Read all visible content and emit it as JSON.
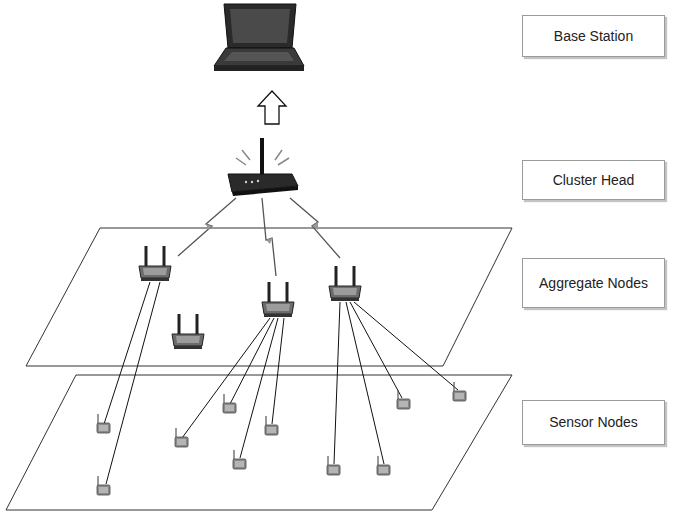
{
  "diagram": {
    "nodes": [
      {
        "text": [
          "Base Station"
        ]
      },
      {
        "text": [
          "Cluster Head"
        ]
      },
      {
        "text": [
          "Aggregate Nodes"
        ]
      },
      {
        "text": [
          "Sensor Nodes"
        ]
      }
    ]
  }
}
